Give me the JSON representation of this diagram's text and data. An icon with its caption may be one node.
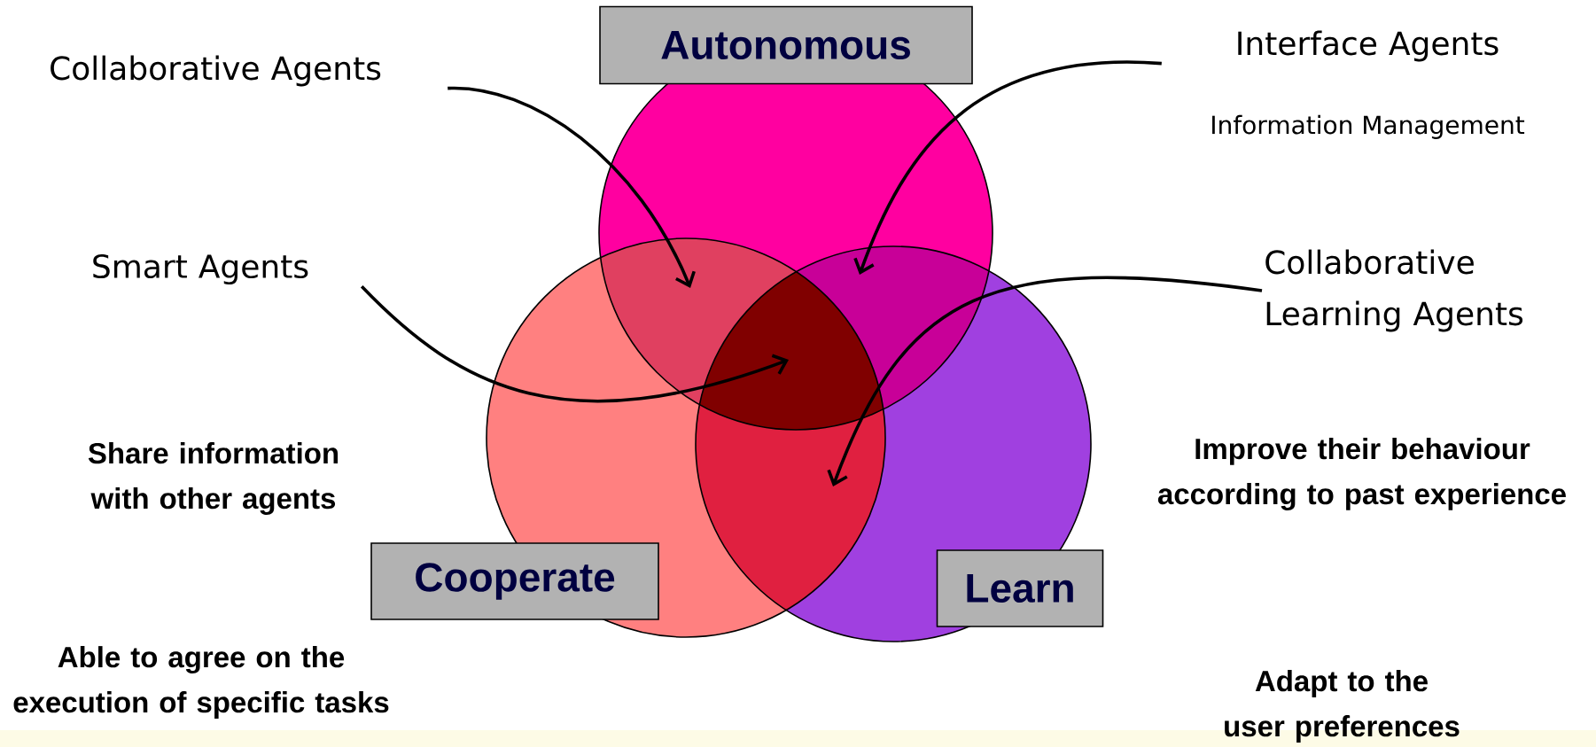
{
  "diagram": {
    "nodes": [
      {
        "text": [
          "Autonomous"
        ]
      },
      {
        "text": [
          "Cooperate"
        ]
      },
      {
        "text": [
          "Learn"
        ]
      },
      {
        "text": [
          "Collaborative Agents"
        ]
      },
      {
        "text": [
          "Interface Agents"
        ],
        "beside": [
          "Information Management"
        ]
      },
      {
        "text": [
          "Smart Agents"
        ]
      },
      {
        "text": [
          "Collaborative Learning Agents"
        ]
      }
    ],
    "edges": [
      {
        "from": 3,
        "to": null,
        "arrow": "to"
      },
      {
        "from": 4,
        "to": null,
        "arrow": "to"
      },
      {
        "from": 5,
        "to": null,
        "arrow": "to"
      },
      {
        "from": 6,
        "to": null,
        "arrow": "to"
      }
    ],
    "labels": [
      "Share information with other agents",
      "Able to agree on the execution of specific tasks",
      "Improve their behaviour according to past experience",
      "Adapt to the user preferences"
    ]
  }
}
